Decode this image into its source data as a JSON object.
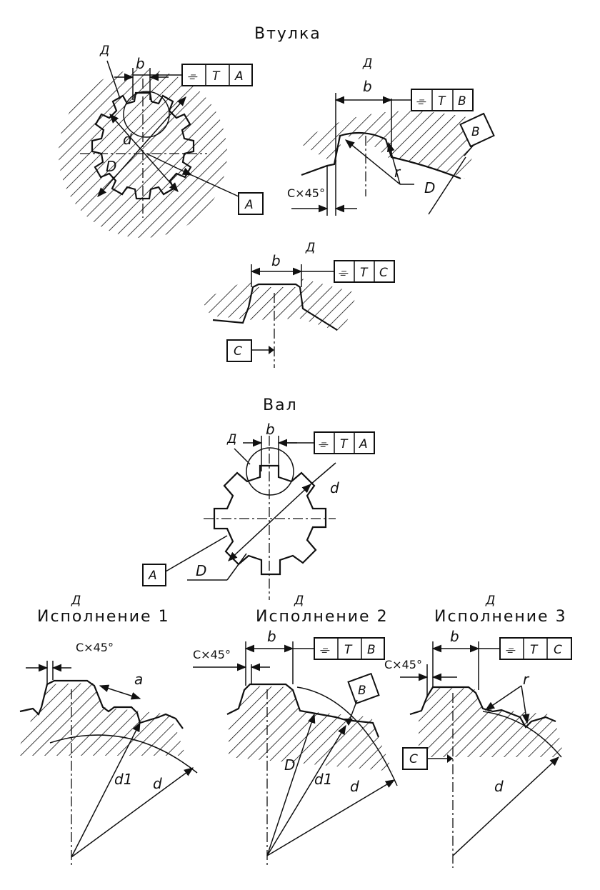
{
  "colors": {
    "ink": "#111111",
    "paper": "#ffffff"
  },
  "bushing": {
    "title": "Втулка",
    "round_view": {
      "view_mark": "Д",
      "width_symbol": "b",
      "d_symbol": "d",
      "D_symbol": "D",
      "frame_cells": [
        "⌯",
        "T",
        "A"
      ],
      "datum": "A"
    },
    "detail_B": {
      "view_mark": "Д",
      "width_symbol": "b",
      "frame_cells": [
        "⌯",
        "T",
        "B"
      ],
      "datum": "B",
      "chamfer": "C×45°",
      "radius_symbol": "r",
      "D_symbol": "D"
    },
    "detail_C": {
      "view_mark": "Д",
      "width_symbol": "b",
      "frame_cells": [
        "⌯",
        "T",
        "C"
      ],
      "datum": "C"
    }
  },
  "shaft": {
    "title": "Вал",
    "round_view": {
      "view_mark": "Д",
      "width_symbol": "b",
      "d_symbol": "d",
      "D_symbol": "D",
      "frame_cells": [
        "⌯",
        "T",
        "A"
      ],
      "datum": "A"
    },
    "variants": [
      {
        "view_mark": "Д",
        "title": "Исполнение 1",
        "chamfer": "C×45°",
        "a_symbol": "a",
        "d1_symbol": "d1",
        "d_symbol": "d"
      },
      {
        "view_mark": "Д",
        "title": "Исполнение 2",
        "chamfer": "C×45°",
        "width_symbol": "b",
        "frame_cells": [
          "⌯",
          "T",
          "B"
        ],
        "datum": "B",
        "D_symbol": "D",
        "d1_symbol": "d1",
        "d_symbol": "d"
      },
      {
        "view_mark": "Д",
        "title": "Исполнение 3",
        "chamfer": "C×45°",
        "width_symbol": "b",
        "frame_cells": [
          "⌯",
          "T",
          "C"
        ],
        "datum": "C",
        "radius_symbol": "r",
        "d_symbol": "d"
      }
    ]
  }
}
